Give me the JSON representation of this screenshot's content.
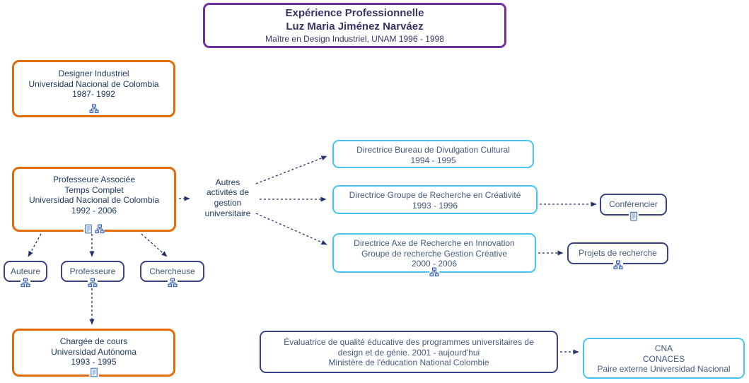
{
  "title": {
    "line1": "Expérience Professionnelle",
    "line2": "Luz Maria Jiménez Narváez",
    "subtitle": "Maître en Design Industriel, UNAM 1996 - 1998"
  },
  "nodes": {
    "designer": {
      "lines": [
        "Designer Industriel",
        "Universidad Nacional de Colombia",
        "1987- 1992"
      ],
      "icons": [
        "org-chart-icon"
      ]
    },
    "associee": {
      "lines": [
        "Professeure Associée",
        "Temps Complet",
        "Universidad Nacional de Colombia",
        "1992 - 2006"
      ],
      "icons": [
        "document-icon",
        "org-chart-icon"
      ]
    },
    "autres": {
      "lines": [
        "Autres",
        "activités de",
        "gestion",
        "universitaire"
      ]
    },
    "divulgation": {
      "lines": [
        "Directrice Bureau de Divulgation Cultural",
        "1994 - 1995"
      ]
    },
    "creativite": {
      "lines": [
        "Directrice Groupe de Recherche en Créativité",
        "1993 - 1996"
      ]
    },
    "innovation": {
      "lines": [
        "Directrice Axe de Recherche en Innovation",
        "Groupe de recherche Gestion Créative",
        "2000 - 2006"
      ],
      "icons": [
        "org-chart-icon"
      ]
    },
    "conferencier": {
      "label": "Conférencier",
      "icons": [
        "document-icon"
      ]
    },
    "projets": {
      "label": "Projets de recherche",
      "icons": [
        "org-chart-icon"
      ]
    },
    "auteure": {
      "label": "Auteure",
      "icons": [
        "org-chart-icon"
      ]
    },
    "professeure": {
      "label": "Professeure",
      "icons": [
        "org-chart-icon"
      ]
    },
    "chercheuse": {
      "label": "Chercheuse",
      "icons": [
        "org-chart-icon"
      ]
    },
    "chargee": {
      "lines": [
        "Chargée de cours",
        "Universidad Autónoma",
        "1993 - 1995"
      ],
      "icons": [
        "document-icon"
      ]
    },
    "evaluatrice": {
      "lines": [
        "Évaluatrice de qualité éducative des programmes universitaires de",
        "design et de génie. 2001 - aujourd'hui",
        "Ministère de l'éducation National Colombie"
      ]
    },
    "cna": {
      "lines": [
        "CNA",
        "CONACES",
        "Paire externe Universidad Nacional"
      ]
    }
  },
  "colors": {
    "title_border": "#7030A0",
    "orange_border": "#E36C0A",
    "cyan_border": "#45C6F0",
    "navy_border": "#3A4186",
    "navy_text": "#1F3864",
    "slate_text": "#47597F",
    "title_text": "#3E3168",
    "connector": "#25316E",
    "icon_blue": "#2E5AA8"
  }
}
